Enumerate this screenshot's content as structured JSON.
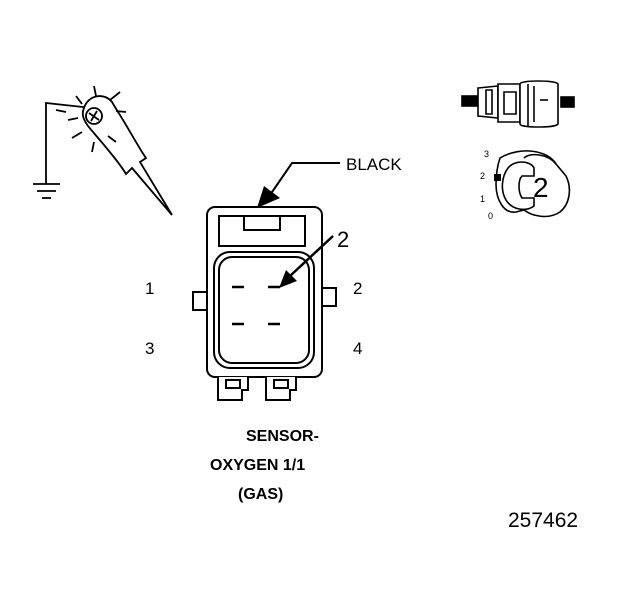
{
  "diagram": {
    "wire_color_label": "BLACK",
    "callout_number": "2",
    "pins": [
      "1",
      "2",
      "3",
      "4"
    ],
    "title_lines": [
      "SENSOR-",
      "OXYGEN 1/1",
      "(GAS)"
    ],
    "figure_number": "257462"
  },
  "test_probe": {
    "icon": "grounded-test-probe-icon"
  },
  "terminal_gauge": {
    "scale": [
      "3",
      "2",
      "1",
      "0"
    ],
    "terminal_label": "2",
    "icon": "terminal-insertion-gauge-icon"
  },
  "connector_side_view": {
    "icon": "connector-side-view-icon"
  }
}
